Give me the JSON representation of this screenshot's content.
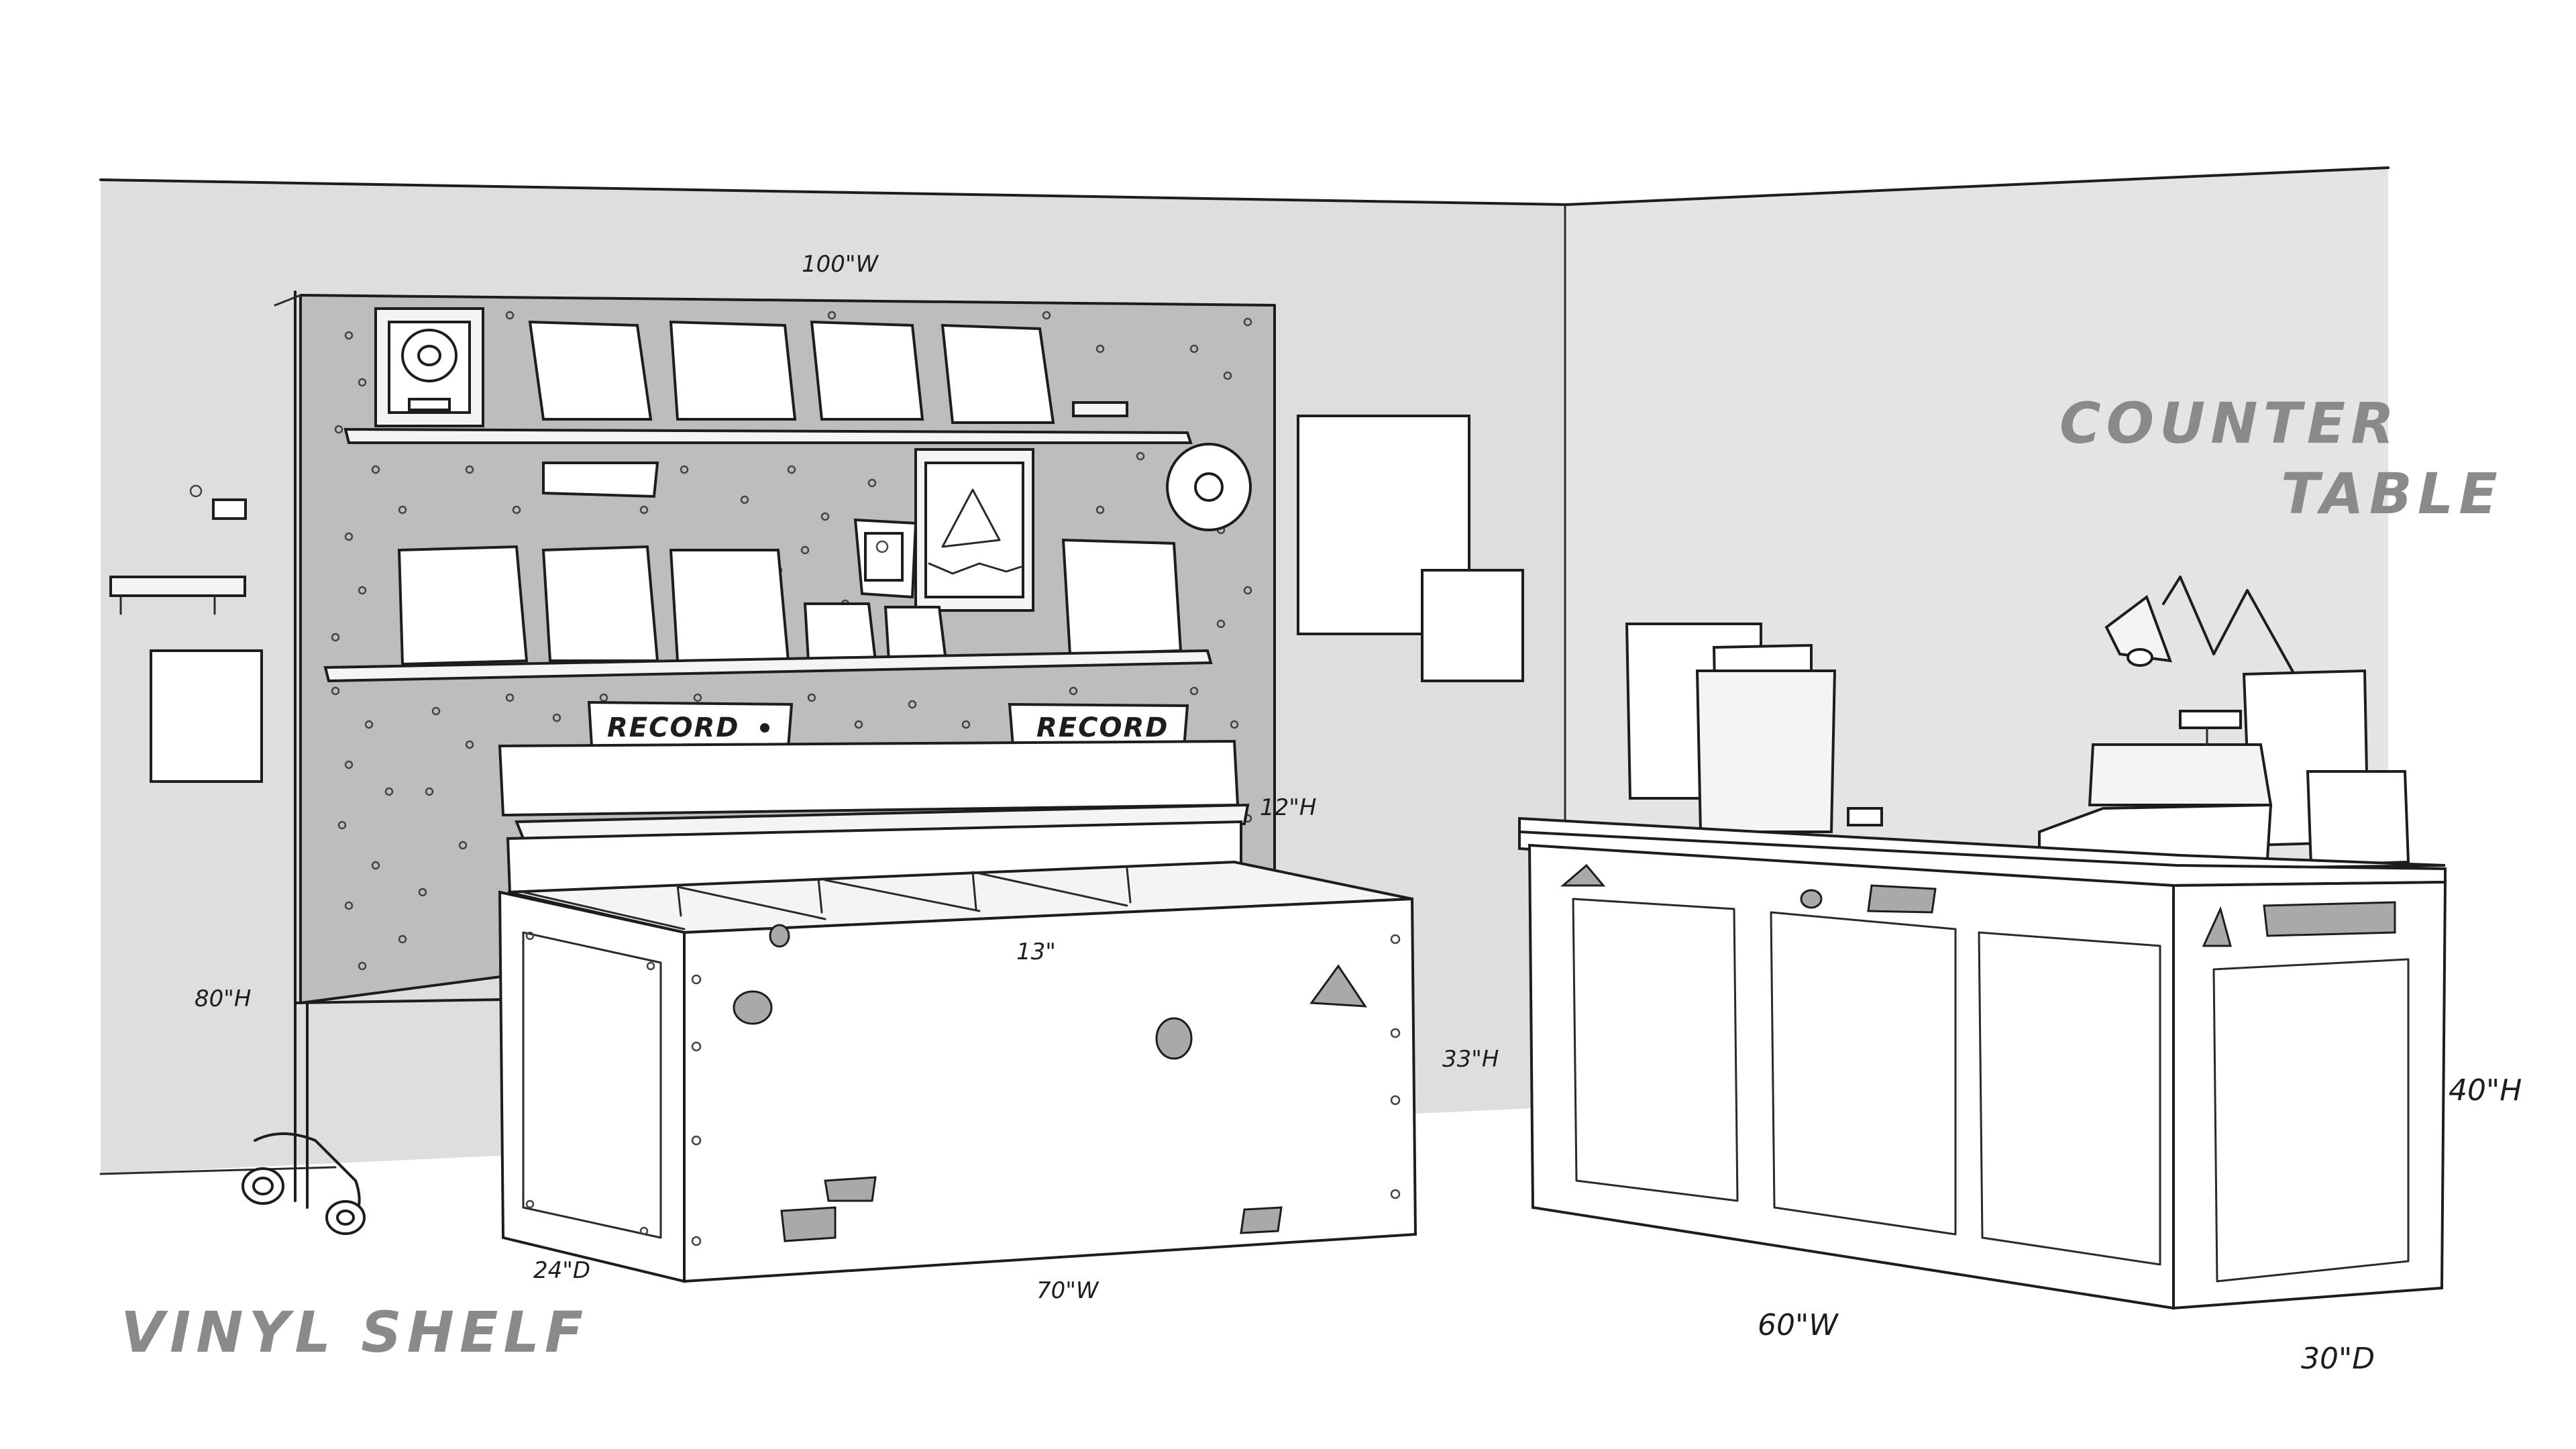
{
  "labels": {
    "vinyl_shelf": "VINYL SHELF",
    "counter_line1": "COUNTER",
    "counter_line2": "TABLE",
    "record_sign_left": "RECORD",
    "record_sign_right": "RECORD"
  },
  "dimensions": {
    "pegboard_width": "100\"W",
    "pegboard_height": "80\"H",
    "rack_height": "12\"H",
    "bin_divider": "13\"",
    "bin_height": "33\"H",
    "bin_depth": "24\"D",
    "bin_width": "70\"W",
    "counter_height": "40\"H",
    "counter_width": "60\"W",
    "counter_depth": "30\"D"
  },
  "colors": {
    "wall": "#dedede",
    "pegboard": "#bdbdbd",
    "ink": "#1d1d1d",
    "label": "#8a8a8a"
  }
}
